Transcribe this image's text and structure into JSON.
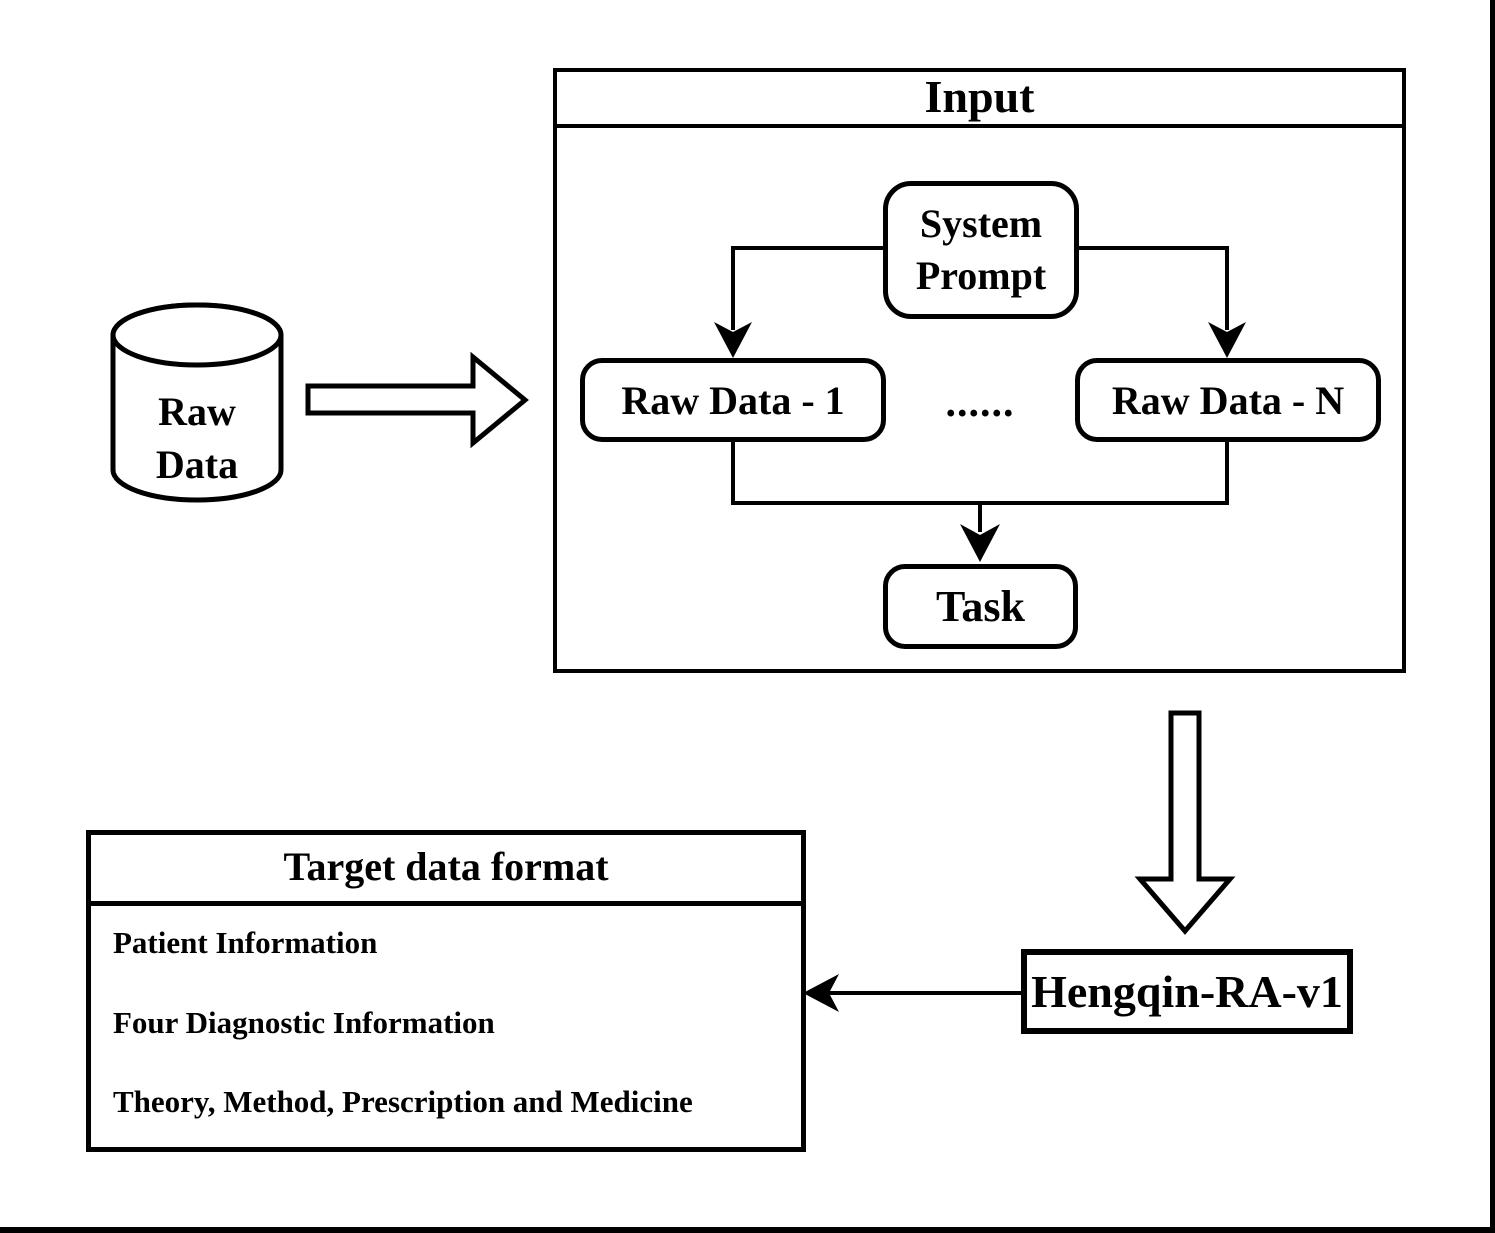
{
  "colors": {
    "line": "#000000",
    "background": "#ffffff"
  },
  "raw_data_cylinder": {
    "line1": "Raw",
    "line2": "Data"
  },
  "input_panel": {
    "title": "Input",
    "system_prompt": "System Prompt",
    "raw_data_1": "Raw Data - 1",
    "ellipsis": "......",
    "raw_data_n": "Raw Data - N",
    "task": "Task"
  },
  "model_box": {
    "label": "Hengqin-RA-v1"
  },
  "target_box": {
    "title": "Target data format",
    "items": [
      "Patient Information",
      "Four Diagnostic Information",
      "Theory, Method, Prescription and Medicine"
    ]
  }
}
